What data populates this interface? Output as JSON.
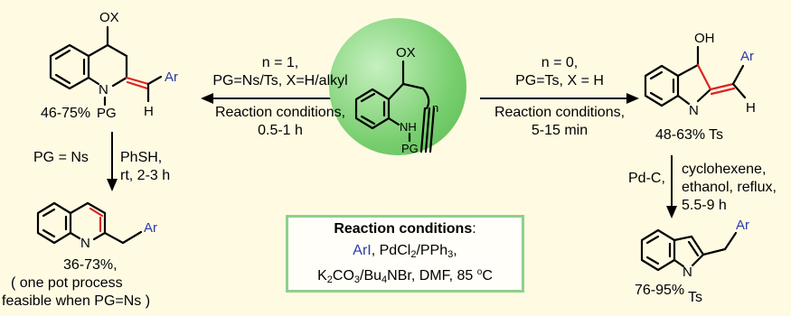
{
  "colors": {
    "background": "#fffbe3",
    "hub_green": "#79cf6f",
    "box_border": "#8fd08a",
    "highlight_red": "#dd2222",
    "aryl_blue": "#2b3aa8"
  },
  "atoms": {
    "ox": "OX",
    "oh": "OH",
    "ar": "Ar",
    "h": "H",
    "n": "N",
    "nh": "NH",
    "pg": "PG",
    "ts": "Ts",
    "n_sub": "n"
  },
  "left_product": {
    "yield": "46-75%"
  },
  "left_arrow": {
    "line1": "n = 1,",
    "line2": "PG=Ns/Ts, X=H/alkyl",
    "line3": "Reaction conditions,",
    "line4": "0.5-1 h"
  },
  "right_arrow": {
    "line1": "n = 0,",
    "line2": "PG=Ts, X = H",
    "line3": "Reaction conditions,",
    "line4": "5-15 min"
  },
  "right_product": {
    "yield": "48-63%"
  },
  "left_down": {
    "pg_label": "PG = Ns",
    "reagent1": "PhSH,",
    "reagent2": "rt, 2-3 h"
  },
  "quinoline": {
    "yield": "36-73%,",
    "note1": "( one pot process",
    "note2": "feasible when PG=Ns )"
  },
  "right_down": {
    "catalyst": "Pd-C,",
    "line1": "cyclohexene,",
    "line2": "ethanol, reflux,",
    "line3": "5.5-9 h"
  },
  "indole": {
    "yield": "76-95%"
  },
  "conditions_box": {
    "title": "Reaction conditions",
    "colon": ":",
    "arl": "ArI",
    "line1_rest": ", PdCl",
    "pdcl_sub": "2",
    "line1_end": "/PPh",
    "pph_sub": "3",
    "line1_comma": ",",
    "k2co3_a": "K",
    "k2co3_sub1": "2",
    "k2co3_b": "CO",
    "k2co3_sub2": "3",
    "bu4nbr_a": "/Bu",
    "bu4nbr_sub": "4",
    "bu4nbr_b": "NBr, DMF, 85 ",
    "degree": "o",
    "celsius": "C"
  }
}
